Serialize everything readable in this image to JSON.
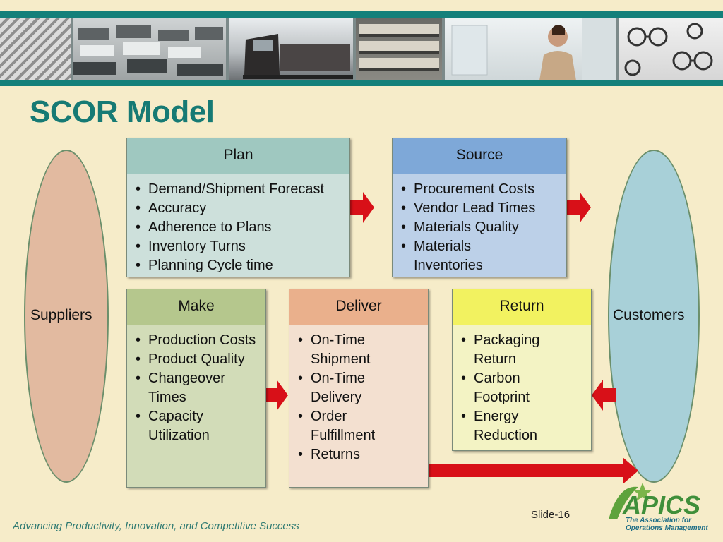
{
  "colors": {
    "background": "#f6ecc9",
    "teal": "#14807a",
    "arrow_red": "#d81018",
    "plan_head": "#9fc8c0",
    "plan_body": "#cde0db",
    "source_head": "#7ea8d8",
    "source_body": "#bcd0e8",
    "make_head": "#b5c78d",
    "make_body": "#d2dcb8",
    "deliver_head": "#eab08c",
    "deliver_body": "#f3e0d0",
    "return_head": "#f2f260",
    "return_body": "#f3f3c4",
    "suppliers_fill": "#e2baa0",
    "customers_fill": "#a8d0d8"
  },
  "title": "SCOR Model",
  "suppliers": {
    "label": "Suppliers"
  },
  "customers": {
    "label": "Customers"
  },
  "plan": {
    "title": "Plan",
    "items": [
      "Demand/Shipment Forecast",
      "Accuracy",
      "Adherence to Plans",
      "Inventory Turns",
      "Planning Cycle time"
    ]
  },
  "source": {
    "title": "Source",
    "items": [
      "Procurement Costs",
      "Vendor Lead Times",
      "Materials Quality",
      "Materials Inventories"
    ]
  },
  "make": {
    "title": "Make",
    "items": [
      "Production Costs",
      "Product Quality",
      "Changeover Times",
      "Capacity Utilization"
    ]
  },
  "deliver": {
    "title": "Deliver",
    "items": [
      "On-Time Shipment",
      "On-Time Delivery",
      "Order Fulfillment",
      "Returns"
    ]
  },
  "return": {
    "title": "Return",
    "items": [
      "Packaging Return",
      "Carbon Footprint",
      "Energy Reduction"
    ]
  },
  "footer": {
    "tagline": "Advancing Productivity, Innovation, and Competitive Success",
    "slide_number": "Slide-16",
    "logo_text": "APICS",
    "logo_tagline_1": "The Association for",
    "logo_tagline_2": "Operations Management"
  },
  "icons": {
    "banner": "supply-chain-photo-banner",
    "logo": "apics-logo"
  }
}
